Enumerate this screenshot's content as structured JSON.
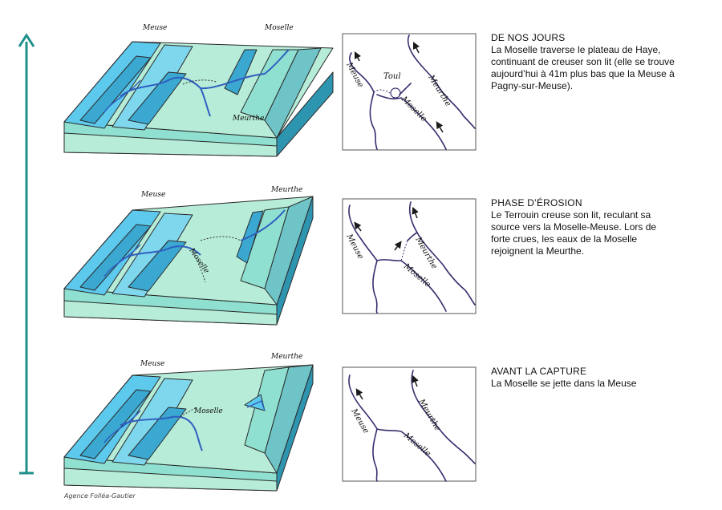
{
  "panels": [
    {
      "heading": "DE NOS JOURS",
      "description": "La Moselle traverse le plateau de Haye, continuant de creuser son lit (elle se trouve aujourd’hui à 41m plus bas que la Meuse à Pagny-sur-Meuse).",
      "block_labels": [
        "Meuse",
        "Moselle",
        "Meurthe"
      ],
      "map_labels": [
        "Meuse",
        "Meurthe",
        "Toul",
        "Moselle"
      ]
    },
    {
      "heading": "PHASE D’ÉROSION",
      "description": "Le Terrouin creuse son lit, reculant sa source vers la Moselle-Meuse. Lors de forte crues, les eaux de la Moselle rejoignent la Meurthe.",
      "block_labels": [
        "Meuse",
        "Meurthe",
        "Moselle"
      ],
      "map_labels": [
        "Meuse",
        "Meurthe",
        "Moselle"
      ]
    },
    {
      "heading": "AVANT LA CAPTURE",
      "description": "La Moselle se jette dans la Meuse",
      "block_labels": [
        "Meuse",
        "Meurthe",
        "Moselle"
      ],
      "map_labels": [
        "Meuse",
        "Meurthe",
        "Moselle"
      ]
    }
  ],
  "credit": "Agence Folléa-Gautier",
  "colors": {
    "time_arrow": "#1f8f8a",
    "river": "#3a2d6e",
    "water": "#2f5fc0",
    "top_surface": "#b6ecd8",
    "valley_cliff": "#5dc9ec",
    "side_face": "#8fe0d0",
    "dark_face": "#2e95b0"
  }
}
